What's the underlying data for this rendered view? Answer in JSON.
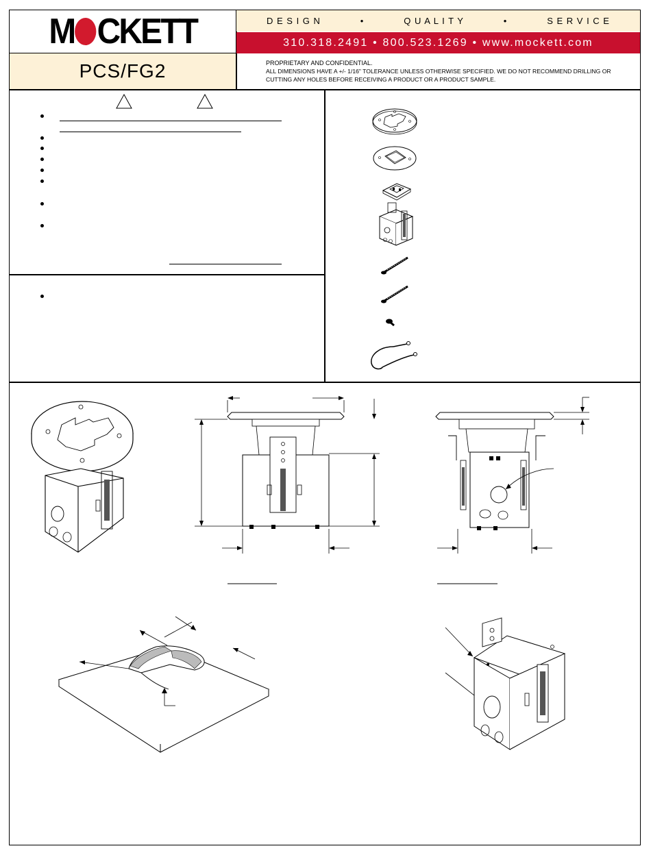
{
  "header": {
    "brand": {
      "before_o": "M",
      "after_o": "CKETT"
    },
    "model": "PCS/FG2",
    "tagline": [
      "D E S I G N",
      "•",
      "Q U A L I T Y",
      "•",
      "S E R V I C E"
    ],
    "contact": "310.318.2491 • 800.523.1269 • www.mockett.com",
    "notice_title": "PROPRIETARY AND CONFIDENTIAL.",
    "notice_body": "ALL DIMENSIONS HAVE A +/- 1/16\" TOLERANCE UNLESS OTHERWISE SPECIFIED. WE DO NOT RECOMMEND DRILLING OR CUTTING ANY HOLES BEFORE RECEIVING A PRODUCT OR A PRODUCT SAMPLE."
  },
  "colors": {
    "accent_red": "#c8102e",
    "cream": "#fdf1d7"
  },
  "icons": [
    "warning-triangle-icon",
    "warning-triangle-icon"
  ],
  "parts_icons": [
    "cover-plate-icon",
    "gasket-ring-icon",
    "receptacle-icon",
    "box-bracket-icon",
    "long-screw-icon",
    "long-screw-icon",
    "short-screw-icon",
    "ground-wire-icon"
  ]
}
